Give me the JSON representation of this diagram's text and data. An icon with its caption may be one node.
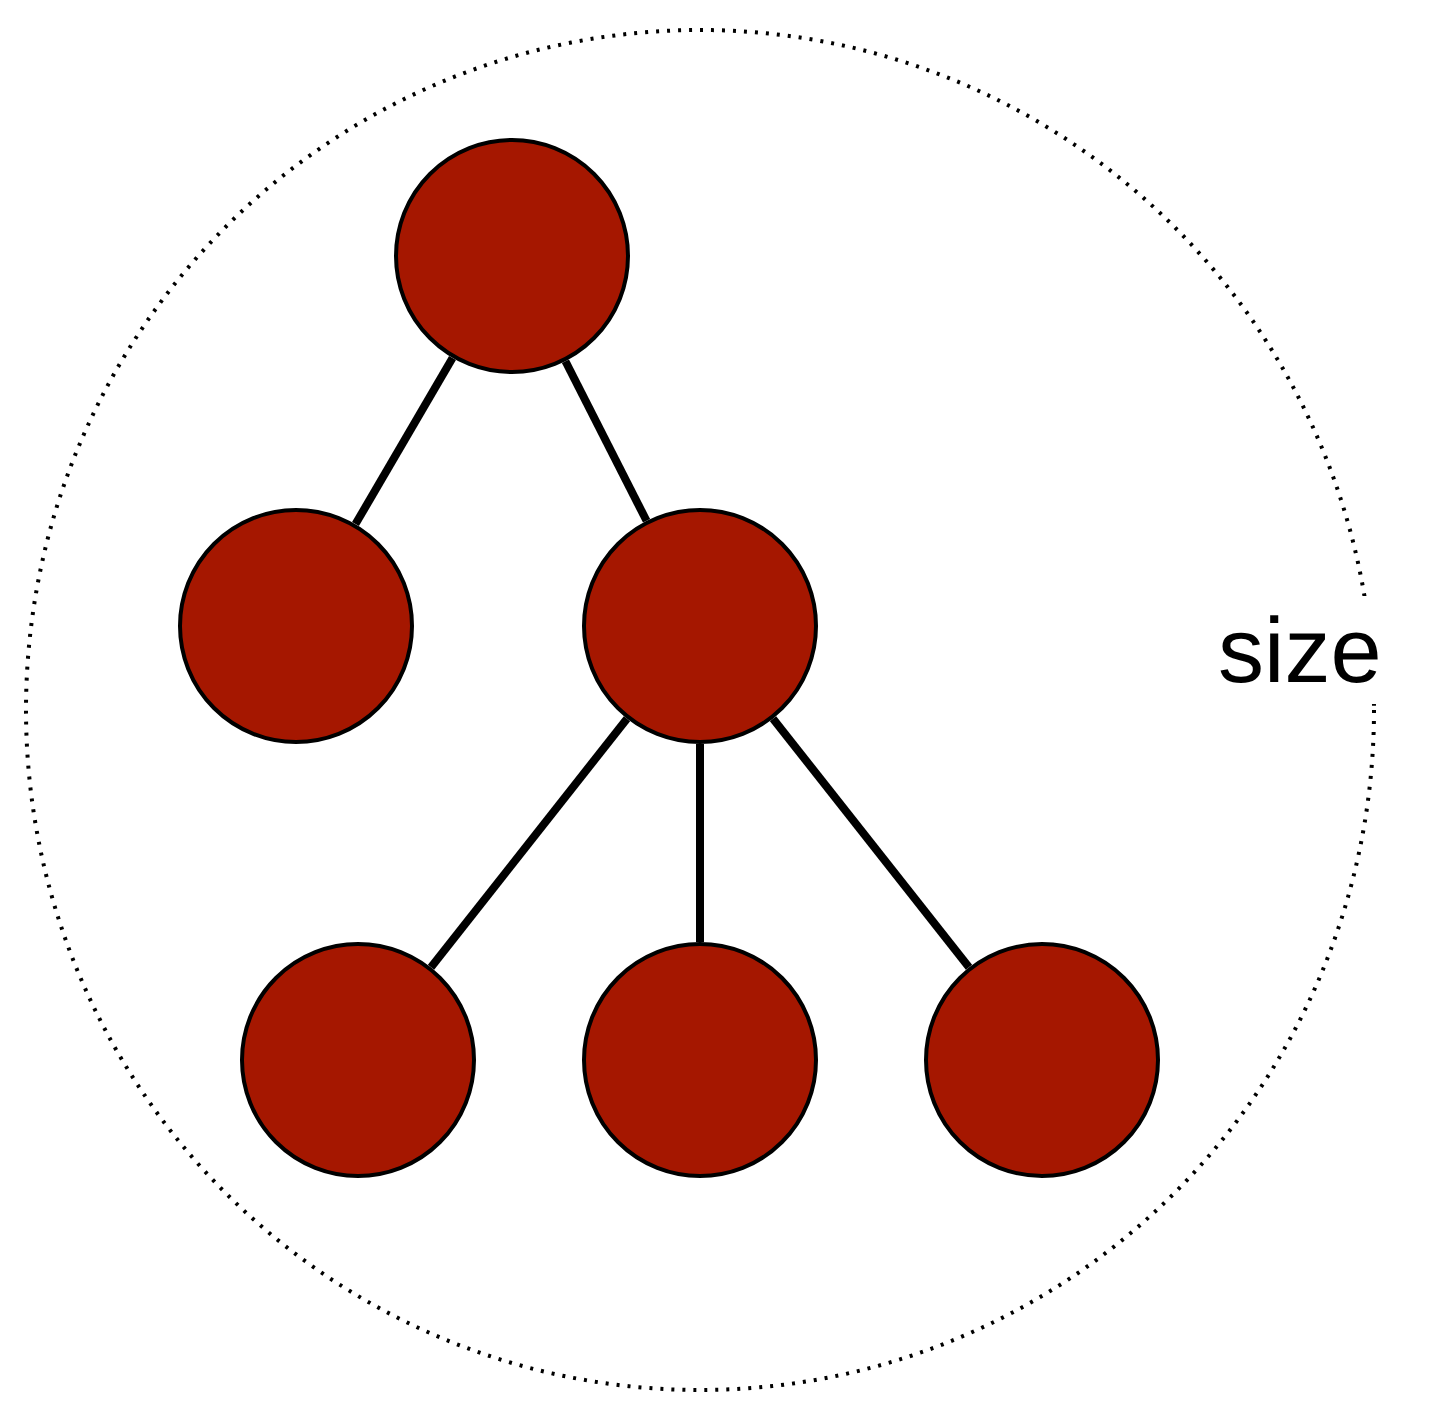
{
  "diagram": {
    "nodes": [
      {
        "text": [
          "size"
        ]
      },
      {
        "text": [],
        "shape": "circle",
        "in": 0
      },
      {
        "text": [],
        "shape": "circle",
        "in": 0
      },
      {
        "text": [],
        "shape": "circle",
        "in": 0
      },
      {
        "text": [],
        "shape": "circle",
        "in": 0
      },
      {
        "text": [],
        "shape": "circle",
        "in": 0
      },
      {
        "text": [],
        "shape": "circle",
        "in": 0
      }
    ],
    "edges": [
      {
        "from": 1,
        "to": 2,
        "arrow": "none"
      },
      {
        "from": 1,
        "to": 3,
        "arrow": "none"
      },
      {
        "from": 3,
        "to": 4,
        "arrow": "none"
      },
      {
        "from": 3,
        "to": 5,
        "arrow": "none"
      },
      {
        "from": 3,
        "to": 6,
        "arrow": "none"
      }
    ]
  }
}
